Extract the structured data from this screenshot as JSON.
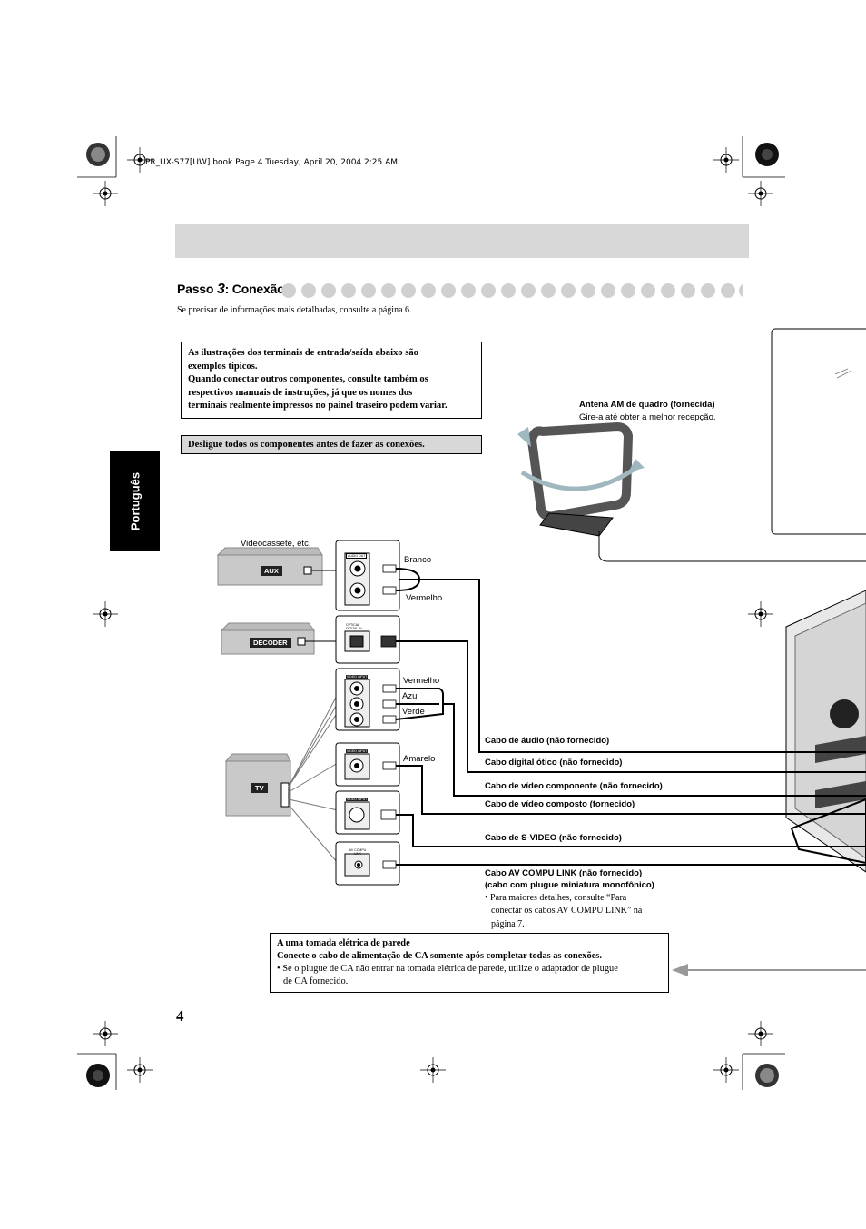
{
  "header": {
    "file_line": "PR_UX-S77[UW].book  Page 4  Tuesday, April 20, 2004  2:25 AM"
  },
  "section": {
    "title_prefix": "Passo ",
    "title_num": "3",
    "title_suffix": ": Conexão",
    "subtitle": "Se precisar de informações mais detalhadas, consulte a página 6."
  },
  "info_box": {
    "line1": "As ilustrações dos terminais de entrada/saída abaixo são",
    "line2": "exemplos típicos.",
    "line3": "Quando conectar outros componentes, consulte também os",
    "line4": "respectivos manuais de instruções, já que os nomes dos",
    "line5": "terminais realmente impressos no painel traseiro podem variar."
  },
  "warning_box": {
    "text": "Desligue todos os componentes antes de fazer as conexões."
  },
  "side_tab": {
    "text": "Português"
  },
  "antenna": {
    "title": "Antena AM de quadro (fornecida)",
    "desc": "Gire-a até obter a melhor recepção."
  },
  "devices": {
    "vcr_caption": "Videocassete, etc.",
    "aux": "AUX",
    "decoder": "DECODER",
    "tv": "TV"
  },
  "jack_labels": {
    "audio_out": "AUDIO OUT",
    "optical": "OPTICAL DIGITAL IN",
    "video_input_1": "VIDEO INPUT",
    "video_input_2": "VIDEO INPUT",
    "svideo_input": "VIDEO INPUT",
    "av_compu_link": "AV COMPU LINK"
  },
  "wire_colors": {
    "branco": "Branco",
    "vermelho1": "Vermelho",
    "vermelho2": "Vermelho",
    "azul": "Azul",
    "verde": "Verde",
    "amarelo": "Amarelo"
  },
  "cables": {
    "audio": "Cabo de áudio (não fornecido)",
    "optical": "Cabo digital ótico (não fornecido)",
    "component": "Cabo de vídeo componente (não fornecido)",
    "composite": "Cabo de vídeo composto (fornecido)",
    "svideo": "Cabo de S-VIDEO (não fornecido)",
    "compulink": "Cabo AV COMPU LINK (não fornecido)",
    "compulink_sub": "(cabo com plugue miniatura monofônico)",
    "compulink_note1": "• Para maiores detalhes, consulte “Para",
    "compulink_note2": "conectar os cabos AV COMPU LINK” na",
    "compulink_note3": "página 7."
  },
  "power_box": {
    "title": "A uma tomada elétrica de parede",
    "subtitle": "Conecte o cabo de alimentação de CA somente após completar todas as conexões.",
    "note1": "• Se o plugue de CA não entrar na tomada elétrica de parede, utilize o adaptador de plugue",
    "note2": "de CA fornecido."
  },
  "page_number": "4"
}
